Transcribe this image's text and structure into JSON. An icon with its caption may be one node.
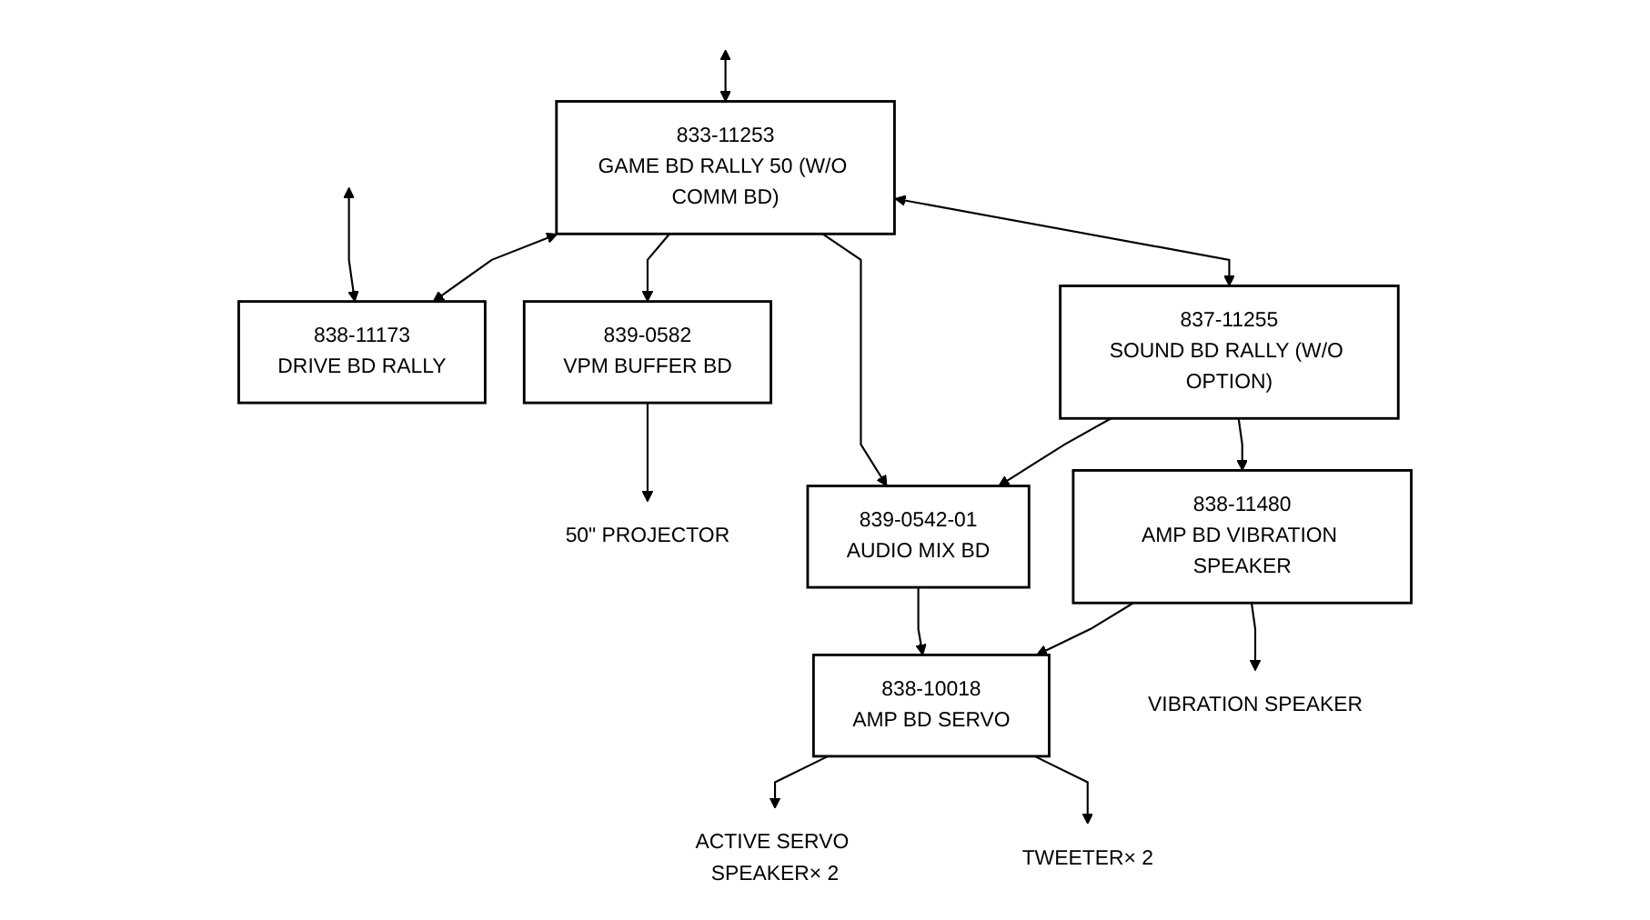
{
  "diagram": {
    "nodes": [
      {
        "text": [
          "833-11253",
          "GAME BD RALLY 50 (W/O COMM BD)"
        ]
      },
      {
        "text": [
          "838-11173",
          "DRIVE BD RALLY"
        ]
      },
      {
        "text": [
          "839-0582",
          "VPM BUFFER BD"
        ]
      },
      {
        "text": [
          "50\" PROJECTOR"
        ]
      },
      {
        "text": [
          "837-11255",
          "SOUND BD RALLY (W/O OPTION)"
        ]
      },
      {
        "text": [
          "839-0542-01",
          "AUDIO MIX BD"
        ]
      },
      {
        "text": [
          "838-11480",
          "AMP BD VIBRATION SPEAKER"
        ]
      },
      {
        "text": [
          "838-10018",
          "AMP BD SERVO"
        ]
      },
      {
        "text": [
          "ACTIVE SERVO SPEAKER× 2"
        ]
      },
      {
        "text": [
          "TWEETER× 2"
        ]
      },
      {
        "text": [
          "VIBRATION SPEAKER"
        ]
      }
    ],
    "edges": [
      {
        "from": null,
        "to": 0,
        "arrow": "both"
      },
      {
        "from": null,
        "to": 1,
        "arrow": "both"
      },
      {
        "from": 0,
        "to": 1,
        "arrow": "both"
      },
      {
        "from": 0,
        "to": 2,
        "arrow": "to"
      },
      {
        "from": 0,
        "to": 5,
        "arrow": "to"
      },
      {
        "from": 2,
        "to": 3,
        "arrow": "to"
      },
      {
        "from": 0,
        "to": 4,
        "arrow": "both"
      },
      {
        "from": 4,
        "to": 5,
        "arrow": "to"
      },
      {
        "from": 4,
        "to": 6,
        "arrow": "to"
      },
      {
        "from": 5,
        "to": 7,
        "arrow": "to"
      },
      {
        "from": 6,
        "to": 7,
        "arrow": "to"
      },
      {
        "from": 7,
        "to": 8,
        "arrow": "to"
      },
      {
        "from": 7,
        "to": 9,
        "arrow": "to"
      },
      {
        "from": 6,
        "to": 10,
        "arrow": "to"
      }
    ]
  }
}
